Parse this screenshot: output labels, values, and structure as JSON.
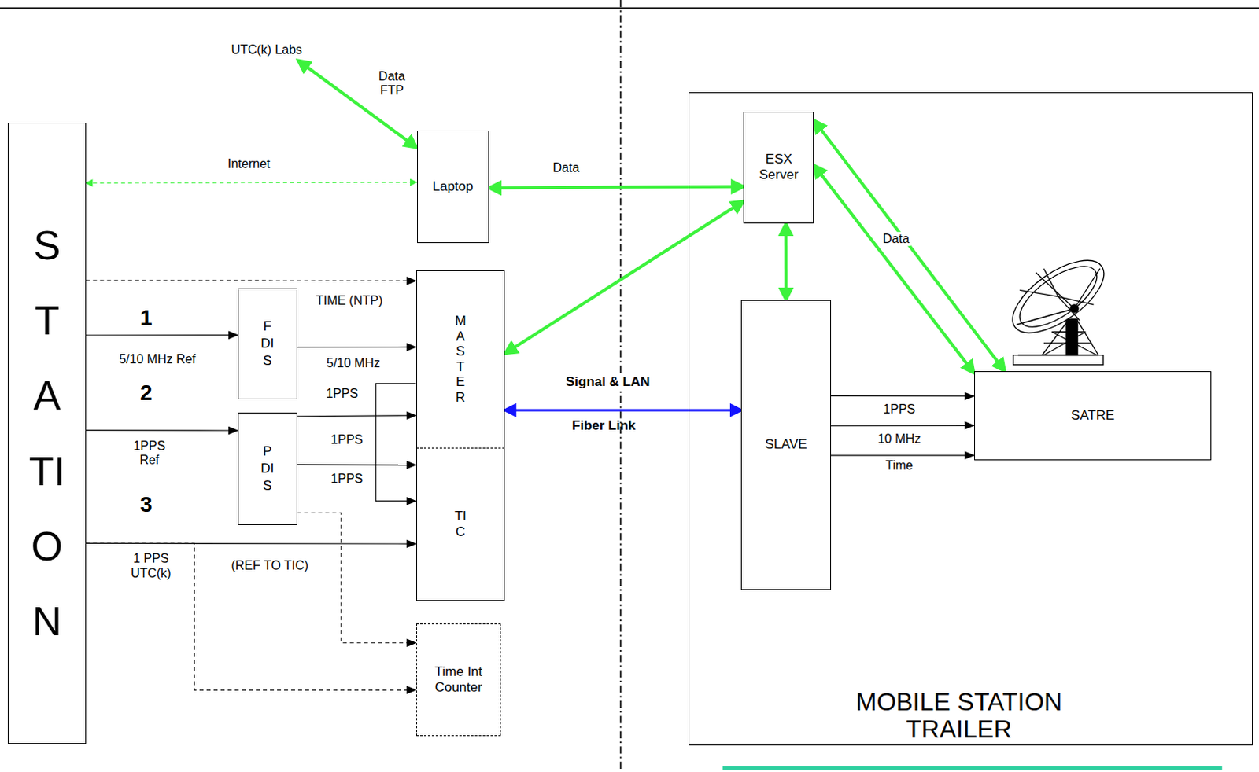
{
  "diagram": {
    "nodes": [
      {
        "text": [
          "STATION"
        ]
      },
      {
        "text": [
          "UTC(k) Labs"
        ]
      },
      {
        "text": [
          "Laptop"
        ]
      },
      {
        "text": [
          "FDIS"
        ]
      },
      {
        "text": [
          "PDIS"
        ]
      },
      {
        "text": [
          "MASTER"
        ]
      },
      {
        "text": [
          "TIC"
        ]
      },
      {
        "text": [
          "Time Int Counter"
        ]
      },
      {
        "text": [
          "MOBILE STATION TRAILER"
        ]
      },
      {
        "text": [
          "ESX Server"
        ],
        "in": 8
      },
      {
        "text": [
          "SLAVE"
        ],
        "in": 8
      },
      {
        "text": [
          "SATRE"
        ],
        "in": 8
      }
    ],
    "edges": [
      {
        "from": 1,
        "to": 2,
        "arrow": "both",
        "label": "Data FTP"
      },
      {
        "from": 0,
        "to": 2,
        "arrow": "both",
        "label": "Internet"
      },
      {
        "from": 2,
        "to": 9,
        "arrow": "both",
        "label": "Data"
      },
      {
        "from": 9,
        "to": 5,
        "arrow": "both"
      },
      {
        "from": 9,
        "to": 10,
        "arrow": "both"
      },
      {
        "from": 9,
        "to": 11,
        "arrow": "both"
      },
      {
        "from": 9,
        "to": 11,
        "arrow": "both",
        "label": "Data"
      },
      {
        "from": 5,
        "to": 10,
        "arrow": "both",
        "label": "Signal & LAN"
      },
      {
        "from": 0,
        "to": 5,
        "arrow": "to",
        "label": "TIME (NTP)"
      },
      {
        "from": 0,
        "to": 3,
        "arrow": "to",
        "label": "5/10 MHz Ref"
      },
      {
        "from": 3,
        "to": 5,
        "arrow": "to",
        "label": "5/10 MHz"
      },
      {
        "from": 0,
        "to": 4,
        "arrow": "to",
        "label": "1PPS Ref"
      },
      {
        "from": 4,
        "to": 5,
        "arrow": "to",
        "label": "1PPS"
      },
      {
        "from": 4,
        "to": 6,
        "arrow": "to",
        "label": "1PPS"
      },
      {
        "from": 5,
        "to": 6,
        "arrow": "to",
        "label": "1PPS"
      },
      {
        "from": 0,
        "to": 6,
        "arrow": "to",
        "label": "1 PPS UTC(k)"
      },
      {
        "from": 4,
        "to": 7,
        "arrow": "to",
        "label": "(REF TO TIC)"
      },
      {
        "from": 0,
        "to": 7,
        "arrow": "to"
      },
      {
        "from": 10,
        "to": 11,
        "arrow": "to",
        "label": "1PPS"
      },
      {
        "from": 10,
        "to": 11,
        "arrow": "to",
        "label": "10 MHz"
      },
      {
        "from": 10,
        "to": 11,
        "arrow": "to",
        "label": "Time"
      }
    ],
    "labels": [
      "1",
      "2",
      "3",
      "Fiber Link"
    ]
  }
}
